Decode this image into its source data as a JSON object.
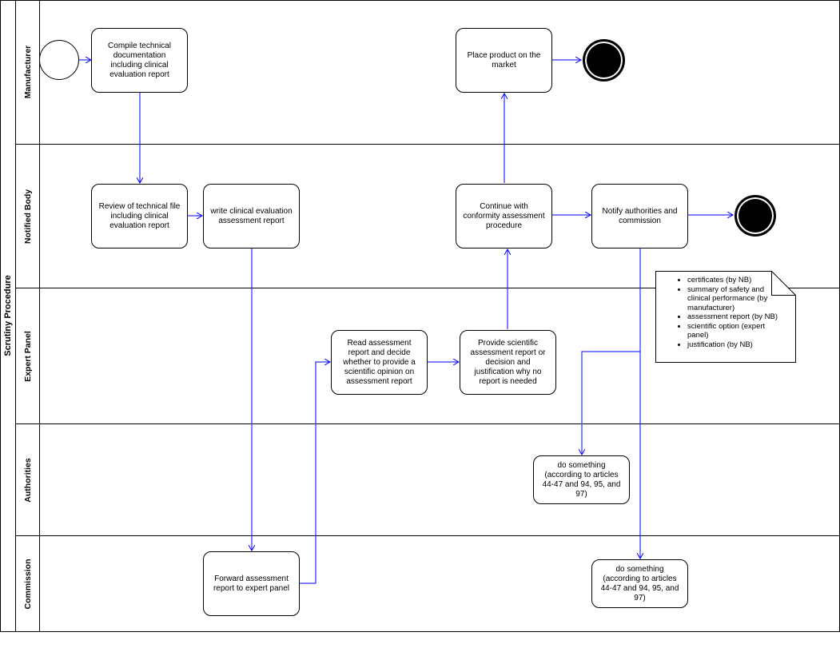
{
  "pool": {
    "title": "Scrutiny Procedure"
  },
  "lanes": [
    {
      "id": "manufacturer",
      "label": "Manufacturer"
    },
    {
      "id": "notified-body",
      "label": "Notified Body"
    },
    {
      "id": "expert-panel",
      "label": "Expert Panel"
    },
    {
      "id": "authorities",
      "label": "Authorities"
    },
    {
      "id": "commission",
      "label": "Commission"
    }
  ],
  "tasks": {
    "compile": "Compile technical documentation including clinical evaluation report",
    "place_product": "Place product on the market",
    "review": "Review of technical file including clinical evaluation report",
    "write_report": "write clinical evaluation assessment report",
    "continue_conformity": "Continue with conformity assessment procedure",
    "notify": "Notify authorities and commission",
    "read_report": "Read assessment report and decide whether to provide a scientific opinion on assessment report",
    "provide_opinion": "Provide scientific assessment report or decision and justification why no report is needed",
    "authorities_do": "do something (according to articles 44-47 and 94, 95, and 97)",
    "forward_report": "Forward assessment report to expert panel",
    "commission_do": "do something (according to articles 44-47 and 94, 95, and 97)"
  },
  "note": {
    "items": [
      "certificates (by NB)",
      "summary of safety and clinical performance (by manufacturer)",
      "assessment report (by NB)",
      "scientific option (expert panel)",
      "justification (by NB)"
    ]
  },
  "colors": {
    "flow": "#0000ff",
    "outline": "#000000"
  }
}
